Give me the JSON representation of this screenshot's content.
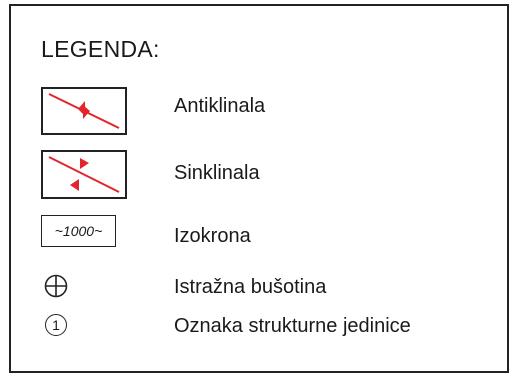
{
  "legend": {
    "title": "LEGENDA:",
    "items": [
      {
        "label": "Antiklinala",
        "symbol": "anticline-symbol"
      },
      {
        "label": "Sinklinala",
        "symbol": "syncline-symbol"
      },
      {
        "label": "Izokrona",
        "symbol": "isochrone-symbol",
        "symbol_text": "~1000~"
      },
      {
        "label": "Istražna bušotina",
        "symbol": "exploration-well-symbol"
      },
      {
        "label": "Oznaka strukturne jedinice",
        "symbol": "structural-unit-marker",
        "symbol_text": "1"
      }
    ],
    "colors": {
      "symbol_red": "#e3242b",
      "line": "#222222"
    }
  }
}
